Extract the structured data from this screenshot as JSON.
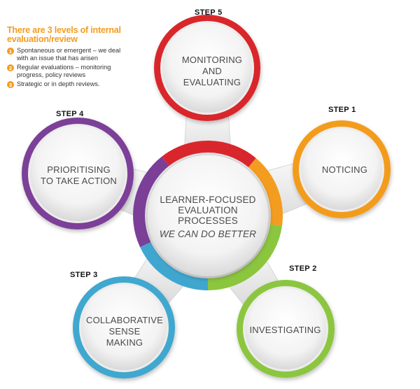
{
  "info": {
    "title_lines": [
      "There are 3 levels of internal",
      "evaluation/review"
    ],
    "items": [
      {
        "num": "1",
        "lines": [
          "Spontaneous or emergent – we deal",
          "with an issue that has arisen"
        ]
      },
      {
        "num": "2",
        "lines": [
          "Regular evaluations – monitoring",
          "progress, policy reviews"
        ]
      },
      {
        "num": "3",
        "lines": [
          "Strategic or in depth reviews."
        ]
      }
    ]
  },
  "center": {
    "lines": [
      "LEARNER-FOCUSED",
      "EVALUATION",
      "PROCESSES"
    ],
    "tagline": "WE CAN DO BETTER"
  },
  "steps": [
    {
      "step": "STEP 1",
      "lines": [
        "NOTICING"
      ],
      "color": "#f39c1f"
    },
    {
      "step": "STEP 2",
      "lines": [
        "INVESTIGATING"
      ],
      "color": "#8cc63f"
    },
    {
      "step": "STEP 3",
      "lines": [
        "COLLABORATIVE",
        "SENSE",
        "MAKING"
      ],
      "color": "#3fa7cf"
    },
    {
      "step": "STEP 4",
      "lines": [
        "PRIORITISING",
        "TO TAKE ACTION"
      ],
      "color": "#7b3f98"
    },
    {
      "step": "STEP 5",
      "lines": [
        "MONITORING",
        "AND",
        "EVALUATING"
      ],
      "color": "#d9262c"
    }
  ]
}
